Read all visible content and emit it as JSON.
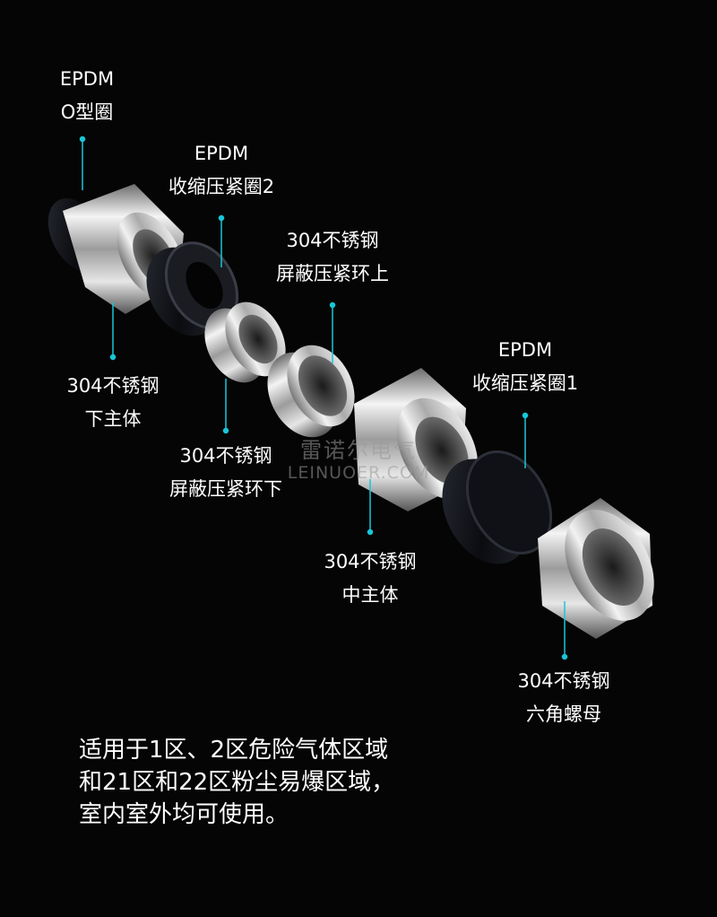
{
  "labels": {
    "o_ring": {
      "line1": "EPDM",
      "line2": "O型圈"
    },
    "shrink_ring_2": {
      "line1": "EPDM",
      "line2": "收缩压紧圈2"
    },
    "shield_ring_upper": {
      "line1": "304不锈钢",
      "line2": "屏蔽压紧环上"
    },
    "lower_body": {
      "line1": "304不锈钢",
      "line2": "下主体"
    },
    "shield_ring_lower": {
      "line1": "304不锈钢",
      "line2": "屏蔽压紧环下"
    },
    "shrink_ring_1": {
      "line1": "EPDM",
      "line2": "收缩压紧圈1"
    },
    "middle_body": {
      "line1": "304不锈钢",
      "line2": "中主体"
    },
    "hex_nut": {
      "line1": "304不锈钢",
      "line2": "六角螺母"
    }
  },
  "watermark": {
    "cn": "雷诺尔电气",
    "en": "LEINUOER.COM"
  },
  "description": {
    "line1": "适用于1区、2区危险气体区域",
    "line2": "和21区和22区粉尘易爆区域，",
    "line3": "室内室外均可使用。"
  },
  "colors": {
    "background": "#050505",
    "leader": "#19c6d8",
    "text": "#ffffff"
  }
}
